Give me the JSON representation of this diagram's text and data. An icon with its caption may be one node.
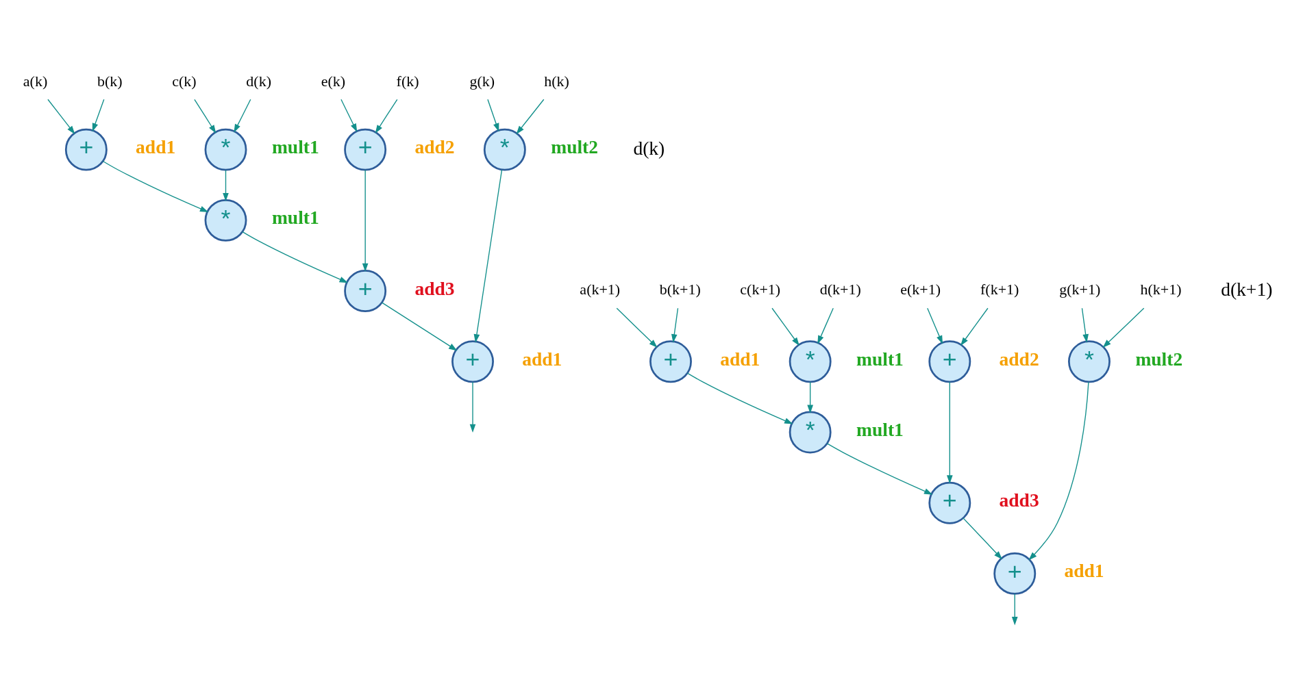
{
  "diagram": {
    "nodes": [
      {
        "text": [
          "a(k)"
        ]
      },
      {
        "text": [
          "b(k)"
        ]
      },
      {
        "text": [
          "c(k)"
        ]
      },
      {
        "text": [
          "d(k)"
        ]
      },
      {
        "text": [
          "e(k)"
        ]
      },
      {
        "text": [
          "f(k)"
        ]
      },
      {
        "text": [
          "g(k)"
        ]
      },
      {
        "text": [
          "h(k)"
        ]
      },
      {
        "text": [
          "+"
        ],
        "beside": [
          "add1"
        ]
      },
      {
        "text": [
          "*"
        ],
        "beside": [
          "mult1"
        ]
      },
      {
        "text": [
          "+"
        ],
        "beside": [
          "add2"
        ]
      },
      {
        "text": [
          "*"
        ],
        "beside": [
          "mult2"
        ]
      },
      {
        "text": [
          "*"
        ],
        "beside": [
          "mult1"
        ]
      },
      {
        "text": [
          "+"
        ],
        "beside": [
          "add3"
        ]
      },
      {
        "text": [
          "+"
        ],
        "beside": [
          "add1"
        ]
      },
      {
        "text": [
          "a(k+1)"
        ]
      },
      {
        "text": [
          "b(k+1)"
        ]
      },
      {
        "text": [
          "c(k+1)"
        ]
      },
      {
        "text": [
          "d(k+1)"
        ]
      },
      {
        "text": [
          "e(k+1)"
        ]
      },
      {
        "text": [
          "f(k+1)"
        ]
      },
      {
        "text": [
          "g(k+1)"
        ]
      },
      {
        "text": [
          "h(k+1)"
        ]
      },
      {
        "text": [
          "+"
        ],
        "beside": [
          "add1"
        ]
      },
      {
        "text": [
          "*"
        ],
        "beside": [
          "mult1"
        ]
      },
      {
        "text": [
          "+"
        ],
        "beside": [
          "add2"
        ]
      },
      {
        "text": [
          "*"
        ],
        "beside": [
          "mult2"
        ]
      },
      {
        "text": [
          "*"
        ],
        "beside": [
          "mult1"
        ]
      },
      {
        "text": [
          "+"
        ],
        "beside": [
          "add3"
        ]
      },
      {
        "text": [
          "+"
        ],
        "beside": [
          "add1"
        ]
      }
    ],
    "edges": [
      {
        "from": 0,
        "to": 8,
        "arrow": "to"
      },
      {
        "from": 1,
        "to": 8,
        "arrow": "to"
      },
      {
        "from": 2,
        "to": 9,
        "arrow": "to"
      },
      {
        "from": 3,
        "to": 9,
        "arrow": "to"
      },
      {
        "from": 4,
        "to": 10,
        "arrow": "to"
      },
      {
        "from": 5,
        "to": 10,
        "arrow": "to"
      },
      {
        "from": 6,
        "to": 11,
        "arrow": "to"
      },
      {
        "from": 7,
        "to": 11,
        "arrow": "to"
      },
      {
        "from": 8,
        "to": 12,
        "arrow": "to"
      },
      {
        "from": 9,
        "to": 12,
        "arrow": "to"
      },
      {
        "from": 12,
        "to": 13,
        "arrow": "to"
      },
      {
        "from": 10,
        "to": 13,
        "arrow": "to"
      },
      {
        "from": 13,
        "to": 14,
        "arrow": "to"
      },
      {
        "from": 11,
        "to": 14,
        "arrow": "to"
      },
      {
        "from": 14,
        "to": null,
        "arrow": "to"
      },
      {
        "from": 15,
        "to": 23,
        "arrow": "to"
      },
      {
        "from": 16,
        "to": 23,
        "arrow": "to"
      },
      {
        "from": 17,
        "to": 24,
        "arrow": "to"
      },
      {
        "from": 18,
        "to": 24,
        "arrow": "to"
      },
      {
        "from": 19,
        "to": 25,
        "arrow": "to"
      },
      {
        "from": 20,
        "to": 25,
        "arrow": "to"
      },
      {
        "from": 21,
        "to": 26,
        "arrow": "to"
      },
      {
        "from": 22,
        "to": 26,
        "arrow": "to"
      },
      {
        "from": 23,
        "to": 27,
        "arrow": "to"
      },
      {
        "from": 24,
        "to": 27,
        "arrow": "to"
      },
      {
        "from": 27,
        "to": 28,
        "arrow": "to"
      },
      {
        "from": 25,
        "to": 28,
        "arrow": "to"
      },
      {
        "from": 28,
        "to": 29,
        "arrow": "to"
      },
      {
        "from": 26,
        "to": 29,
        "arrow": "to"
      },
      {
        "from": 29,
        "to": null,
        "arrow": "to"
      }
    ],
    "labels": [
      "d(k)",
      "d(k+1)"
    ]
  }
}
